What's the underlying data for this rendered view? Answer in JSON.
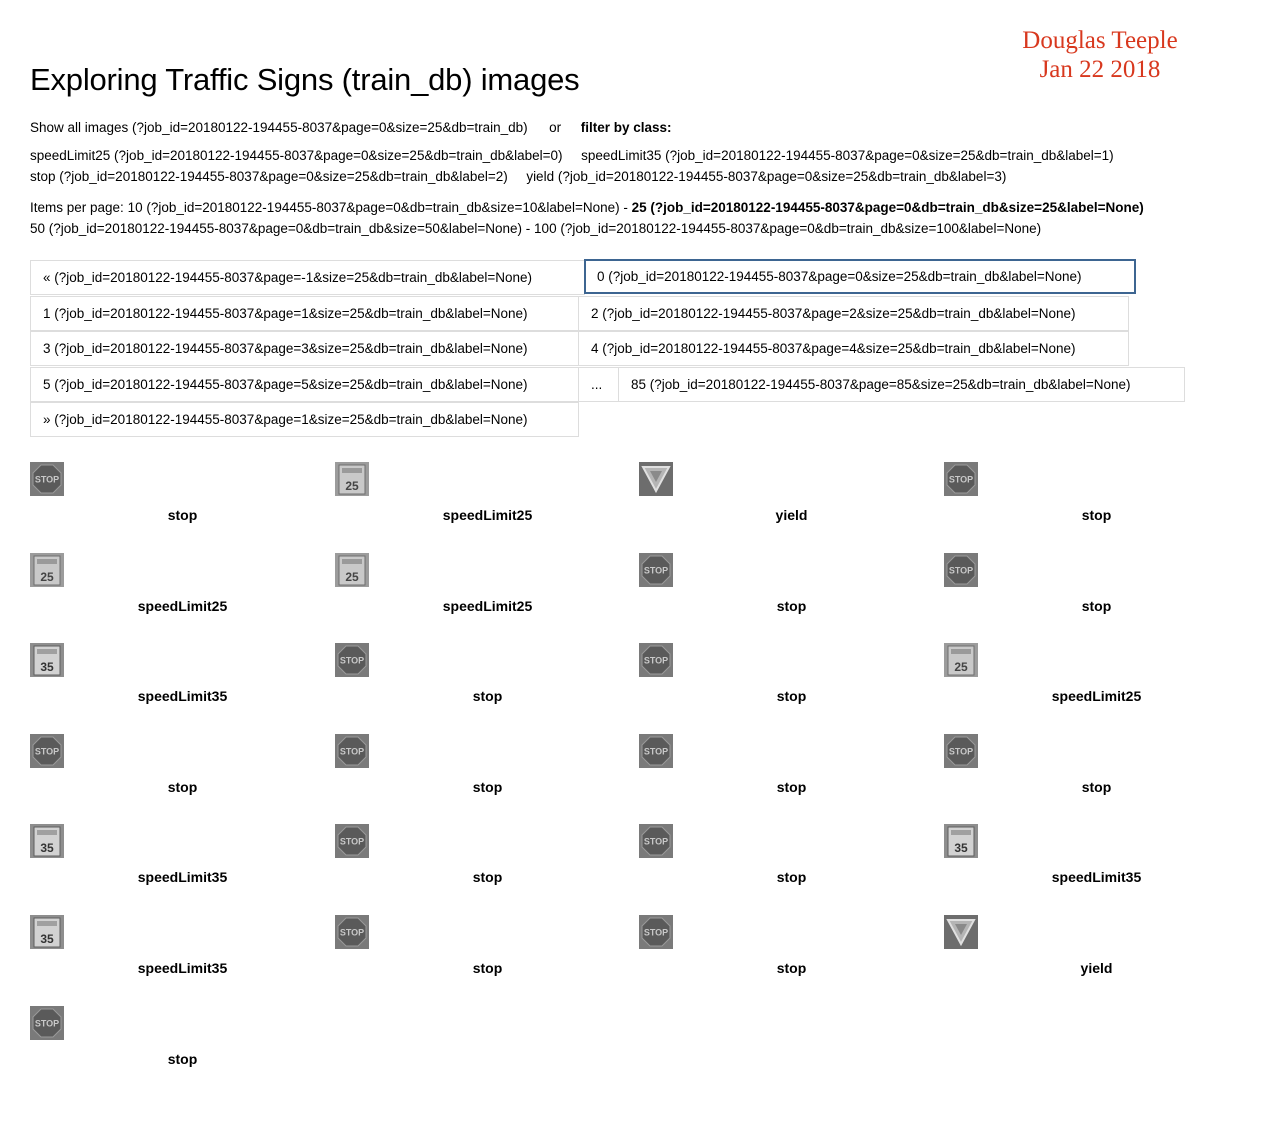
{
  "signature": {
    "name": "Douglas Teeple",
    "date": "Jan 22 2018",
    "color": "#d8381e"
  },
  "page_title": "Exploring Traffic Signs (train_db) images",
  "show_all": {
    "link": "Show all images (?job_id=20180122-194455-8037&page=0&size=25&db=train_db)",
    "or": "or",
    "filter_label": "filter by class:"
  },
  "class_filters": [
    "speedLimit25 (?job_id=20180122-194455-8037&page=0&size=25&db=train_db&label=0)",
    "speedLimit35 (?job_id=20180122-194455-8037&page=0&size=25&db=train_db&label=1)",
    "stop (?job_id=20180122-194455-8037&page=0&size=25&db=train_db&label=2)",
    "yield (?job_id=20180122-194455-8037&page=0&size=25&db=train_db&label=3)"
  ],
  "items_per_page": {
    "prefix": "Items per page: ",
    "opt10": "10 (?job_id=20180122-194455-8037&page=0&db=train_db&size=10&label=None)",
    "sep": " - ",
    "opt25": "25 (?job_id=20180122-194455-8037&page=0&db=train_db&size=25&label=None)",
    "opt50": "50 (?job_id=20180122-194455-8037&page=0&db=train_db&size=50&label=None)",
    "opt100": "100 (?job_id=20180122-194455-8037&page=0&db=train_db&size=100&label=None)"
  },
  "pagination": {
    "prev": "« (?job_id=20180122-194455-8037&page=-1&size=25&db=train_db&label=None)",
    "p0": "0 (?job_id=20180122-194455-8037&page=0&size=25&db=train_db&label=None)",
    "p1": "1 (?job_id=20180122-194455-8037&page=1&size=25&db=train_db&label=None)",
    "p2": "2 (?job_id=20180122-194455-8037&page=2&size=25&db=train_db&label=None)",
    "p3": "3 (?job_id=20180122-194455-8037&page=3&size=25&db=train_db&label=None)",
    "p4": "4 (?job_id=20180122-194455-8037&page=4&size=25&db=train_db&label=None)",
    "p5": "5 (?job_id=20180122-194455-8037&page=5&size=25&db=train_db&label=None)",
    "ellipsis": "...",
    "p85": "85 (?job_id=20180122-194455-8037&page=85&size=25&db=train_db&label=None)",
    "next": "» (?job_id=20180122-194455-8037&page=1&size=25&db=train_db&label=None)",
    "active_border_color": "#3d6591"
  },
  "images": [
    {
      "label": "stop",
      "icon": "stop-sign-icon"
    },
    {
      "label": "speedLimit25",
      "icon": "speed-limit-25-icon"
    },
    {
      "label": "yield",
      "icon": "yield-sign-icon"
    },
    {
      "label": "stop",
      "icon": "stop-sign-icon"
    },
    {
      "label": "speedLimit25",
      "icon": "speed-limit-25-icon"
    },
    {
      "label": "speedLimit25",
      "icon": "speed-limit-25-icon"
    },
    {
      "label": "stop",
      "icon": "stop-sign-icon"
    },
    {
      "label": "stop",
      "icon": "stop-sign-icon"
    },
    {
      "label": "speedLimit35",
      "icon": "speed-limit-35-icon"
    },
    {
      "label": "stop",
      "icon": "stop-sign-icon"
    },
    {
      "label": "stop",
      "icon": "stop-sign-icon"
    },
    {
      "label": "speedLimit25",
      "icon": "speed-limit-25-icon"
    },
    {
      "label": "stop",
      "icon": "stop-sign-icon"
    },
    {
      "label": "stop",
      "icon": "stop-sign-icon"
    },
    {
      "label": "stop",
      "icon": "stop-sign-icon"
    },
    {
      "label": "stop",
      "icon": "stop-sign-icon"
    },
    {
      "label": "speedLimit35",
      "icon": "speed-limit-35-icon"
    },
    {
      "label": "stop",
      "icon": "stop-sign-icon"
    },
    {
      "label": "stop",
      "icon": "stop-sign-icon"
    },
    {
      "label": "speedLimit35",
      "icon": "speed-limit-35-icon"
    },
    {
      "label": "speedLimit35",
      "icon": "speed-limit-35-icon"
    },
    {
      "label": "stop",
      "icon": "stop-sign-icon"
    },
    {
      "label": "stop",
      "icon": "stop-sign-icon"
    },
    {
      "label": "yield",
      "icon": "yield-sign-icon"
    },
    {
      "label": "stop",
      "icon": "stop-sign-icon"
    }
  ]
}
